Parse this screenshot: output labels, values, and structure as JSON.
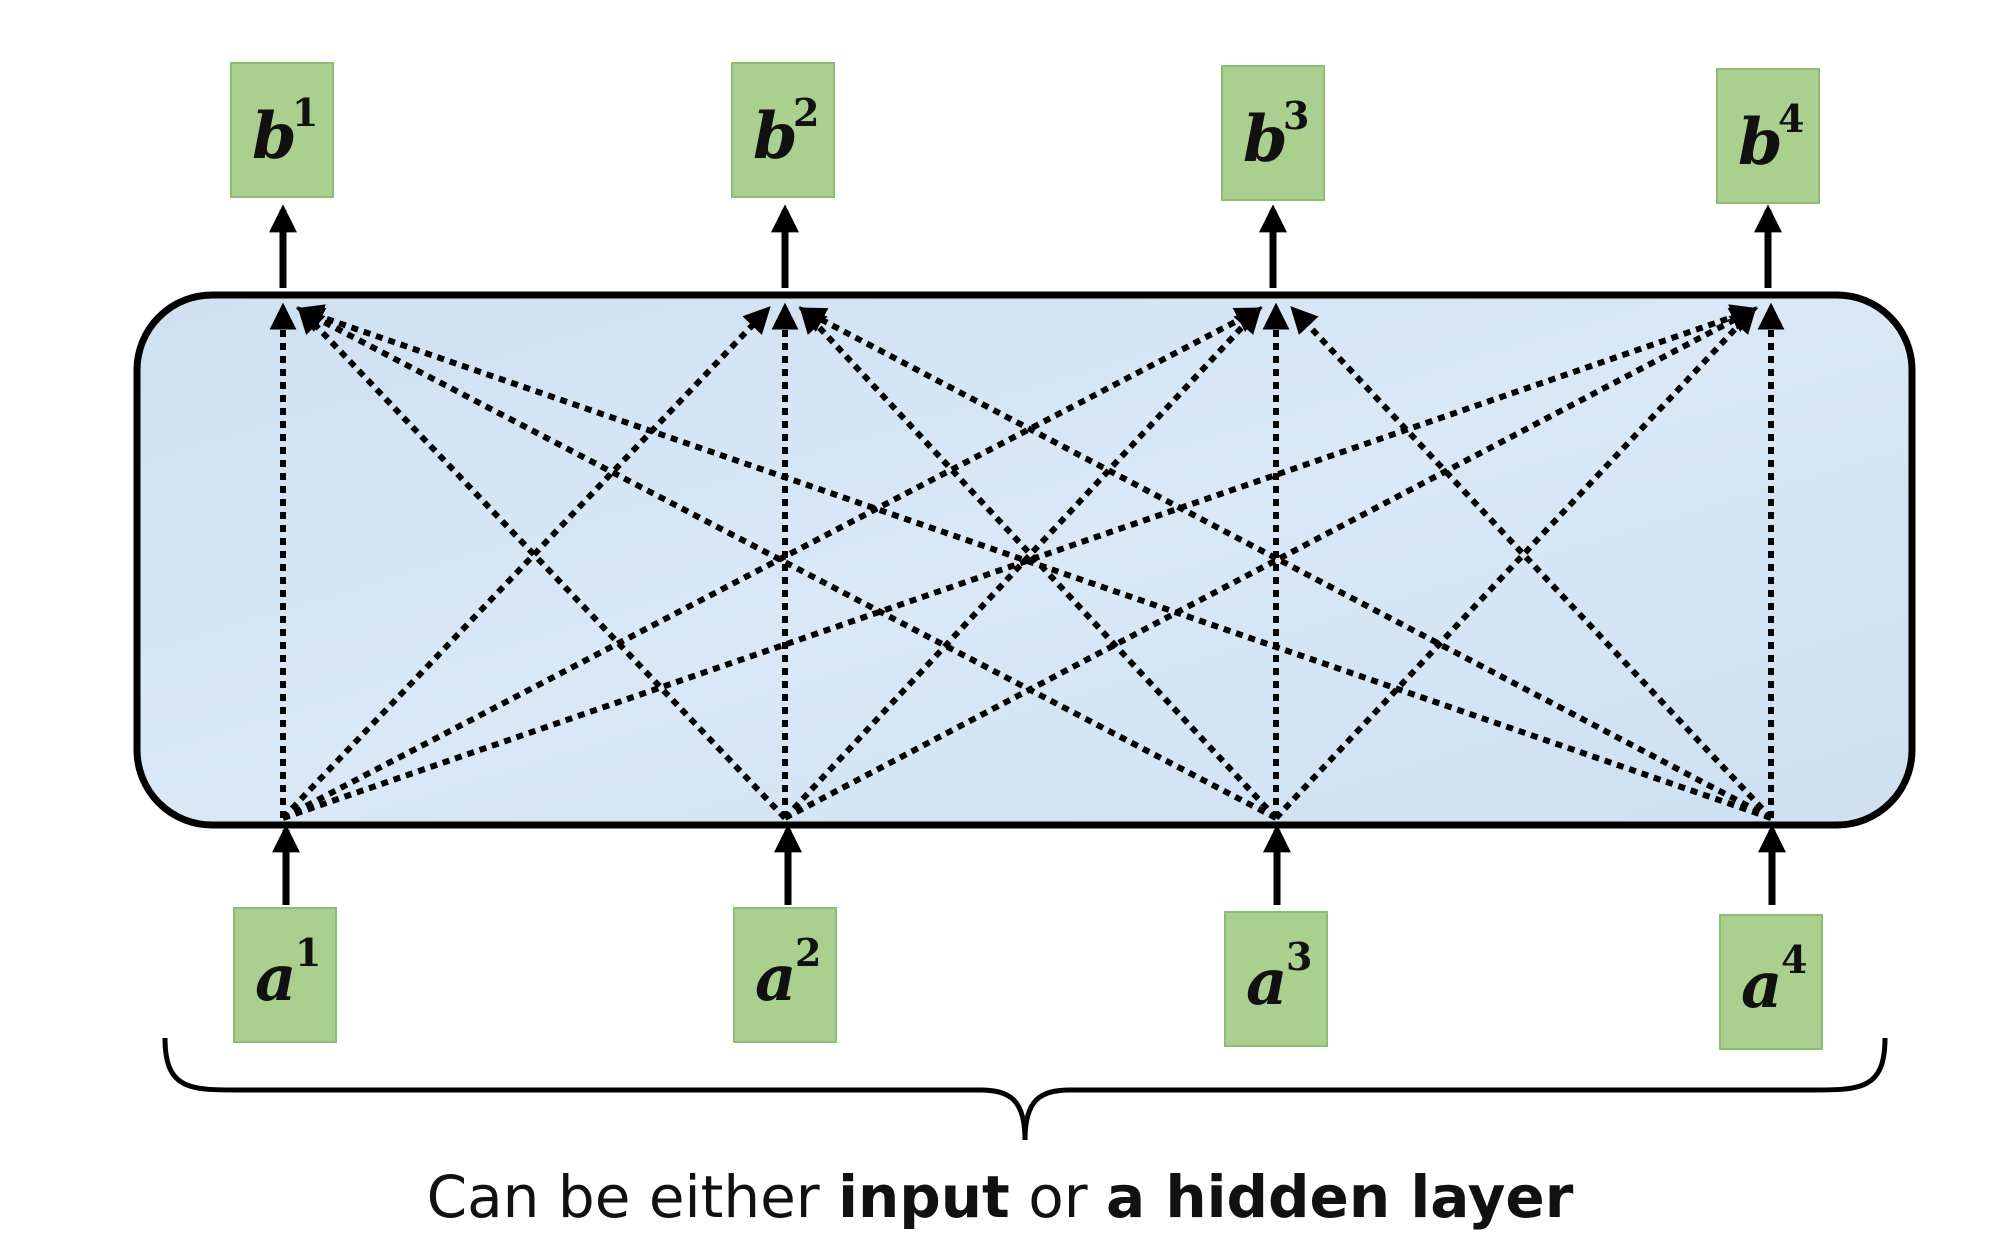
{
  "caption": {
    "part1": "Can be either ",
    "bold1": "input",
    "part2": " or ",
    "bold2": "a hidden layer"
  },
  "outputs": [
    {
      "base": "b",
      "sup": "1"
    },
    {
      "base": "b",
      "sup": "2"
    },
    {
      "base": "b",
      "sup": "3"
    },
    {
      "base": "b",
      "sup": "4"
    }
  ],
  "inputs": [
    {
      "base": "a",
      "sup": "1"
    },
    {
      "base": "a",
      "sup": "2"
    },
    {
      "base": "a",
      "sup": "3"
    },
    {
      "base": "a",
      "sup": "4"
    }
  ],
  "colors": {
    "node_fill": "#a9d08e",
    "layer_fill": "#d7e6f5"
  }
}
